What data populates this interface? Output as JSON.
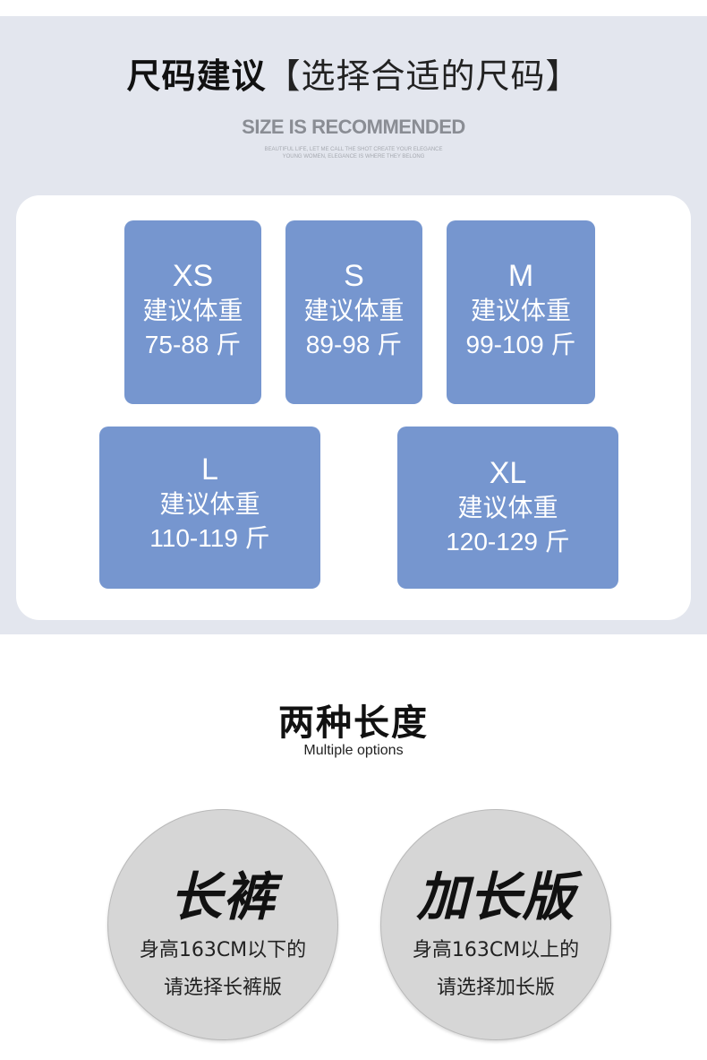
{
  "header": {
    "title_main": "尺码建议",
    "title_sub": "【选择合适的尺码】",
    "subtitle_en": "SIZE IS RECOMMENDED",
    "tiny_line1": "BEAUTIFUL LIFE, LET ME CALL THE SHOT CREATE YOUR ELEGANCE",
    "tiny_line2": "YOUNG WOMEN, ELEGANCE IS WHERE THEY BELONG"
  },
  "sizes": [
    {
      "size": "XS",
      "label": "建议体重",
      "range": "75-88 斤"
    },
    {
      "size": "S",
      "label": "建议体重",
      "range": "89-98 斤"
    },
    {
      "size": "M",
      "label": "建议体重",
      "range": "99-109 斤"
    },
    {
      "size": "L",
      "label": "建议体重",
      "range": "110-119 斤"
    },
    {
      "size": "XL",
      "label": "建议体重",
      "range": "120-129 斤"
    }
  ],
  "lengths": {
    "title": "两种长度",
    "subtitle": "Multiple options",
    "options": [
      {
        "name": "长裤",
        "line1": "身高163CM以下的",
        "line2": "请选择长裤版"
      },
      {
        "name": "加长版",
        "line1": "身高163CM以上的",
        "line2": "请选择加长版"
      }
    ]
  },
  "colors": {
    "band": "#e3e6ee",
    "card": "#7696cf",
    "circle": "#d6d6d6"
  }
}
